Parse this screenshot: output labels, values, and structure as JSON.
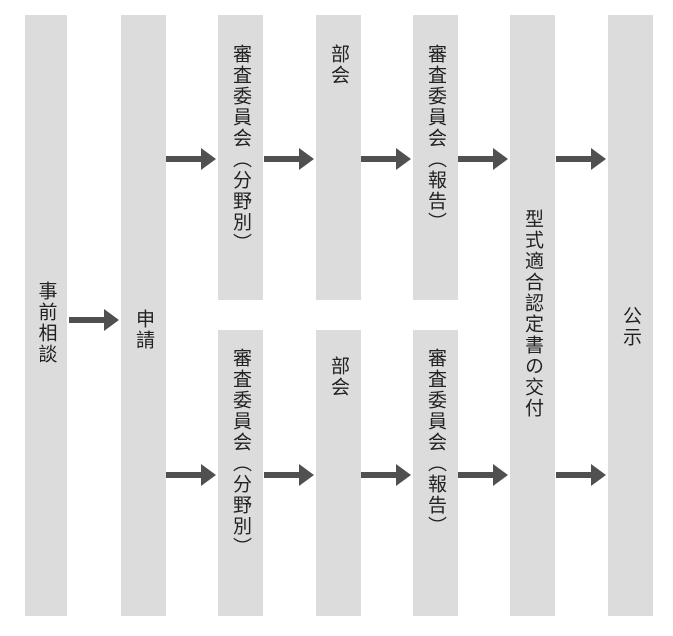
{
  "colors": {
    "bar": "#dcdcdc",
    "arrow": "#505050",
    "text": "#222222"
  },
  "steps": {
    "jizen": "事前相談",
    "shinsei": "申請",
    "shinsa1": "審査委員会（分野別）",
    "bukai1": "部会",
    "houkoku1": "審査委員会（報告）",
    "shinsa2": "審査委員会（分野別）",
    "bukai2": "部会",
    "houkoku2": "審査委員会（報告）",
    "koufu": "型式適合認定書の交付",
    "kouji": "公示"
  }
}
